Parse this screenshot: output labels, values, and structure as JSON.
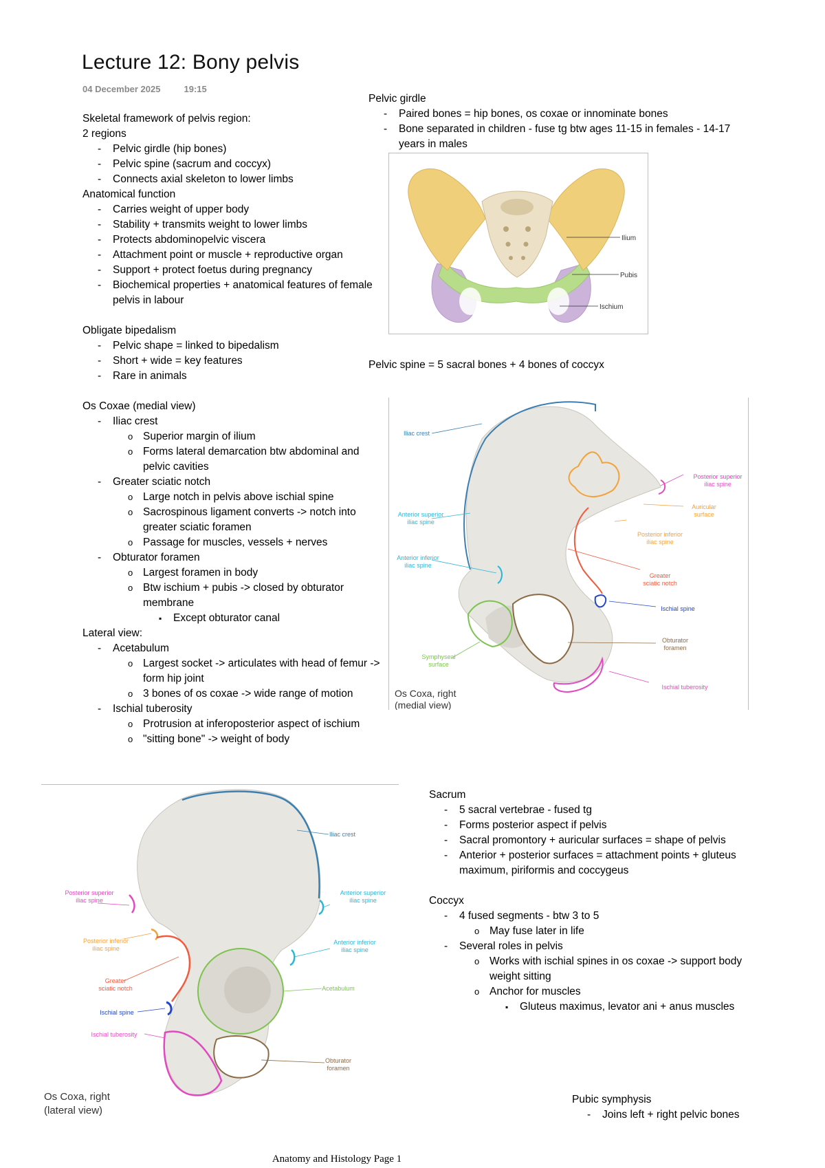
{
  "title": "Lecture 12: Bony pelvis",
  "date": "04 December 2025",
  "time": "19:15",
  "left_column": [
    {
      "lvl": 0,
      "text": "Skeletal framework of pelvis region:"
    },
    {
      "lvl": 0,
      "text": "2 regions"
    },
    {
      "lvl": 1,
      "text": "Pelvic girdle (hip bones)"
    },
    {
      "lvl": 1,
      "text": "Pelvic spine (sacrum and coccyx)"
    },
    {
      "lvl": 1,
      "text": "Connects axial skeleton to lower limbs"
    },
    {
      "lvl": 0,
      "text": "Anatomical function"
    },
    {
      "lvl": 1,
      "text": "Carries weight of upper body"
    },
    {
      "lvl": 1,
      "text": "Stability + transmits weight to lower limbs"
    },
    {
      "lvl": 1,
      "text": "Protects abdominopelvic viscera"
    },
    {
      "lvl": 1,
      "text": "Attachment point or muscle + reproductive organ"
    },
    {
      "lvl": 1,
      "text": "Support + protect foetus during pregnancy"
    },
    {
      "lvl": 1,
      "text": "Biochemical properties + anatomical features of female pelvis in labour"
    },
    {
      "lvl": -1,
      "text": ""
    },
    {
      "lvl": 0,
      "text": "Obligate bipedalism"
    },
    {
      "lvl": 1,
      "text": "Pelvic shape = linked to bipedalism"
    },
    {
      "lvl": 1,
      "text": "Short + wide = key features"
    },
    {
      "lvl": 1,
      "text": "Rare in animals"
    },
    {
      "lvl": -1,
      "text": ""
    },
    {
      "lvl": 0,
      "text": "Os Coxae (medial view)"
    },
    {
      "lvl": 1,
      "text": "Iliac crest"
    },
    {
      "lvl": 2,
      "text": "Superior margin of ilium"
    },
    {
      "lvl": 2,
      "text": "Forms lateral demarcation btw abdominal and pelvic cavities"
    },
    {
      "lvl": 1,
      "text": "Greater sciatic notch"
    },
    {
      "lvl": 2,
      "text": "Large notch in pelvis above ischial spine"
    },
    {
      "lvl": 2,
      "text": "Sacrospinous ligament converts -> notch into greater sciatic foramen"
    },
    {
      "lvl": 2,
      "text": "Passage for muscles, vessels + nerves"
    },
    {
      "lvl": 1,
      "text": "Obturator foramen"
    },
    {
      "lvl": 2,
      "text": "Largest foramen in body"
    },
    {
      "lvl": 2,
      "text": "Btw ischium + pubis -> closed by obturator membrane"
    },
    {
      "lvl": 3,
      "text": "Except obturator canal"
    },
    {
      "lvl": 0,
      "text": "Lateral view:"
    },
    {
      "lvl": 1,
      "text": "Acetabulum"
    },
    {
      "lvl": 2,
      "text": "Largest socket -> articulates with head of femur -> form hip joint"
    },
    {
      "lvl": 2,
      "text": "3 bones of os coxae -> wide range of motion"
    },
    {
      "lvl": 1,
      "text": "Ischial tuberosity"
    },
    {
      "lvl": 2,
      "text": "Protrusion at inferoposterior aspect of ischium"
    },
    {
      "lvl": 2,
      "text": "\"sitting bone\" -> weight of body"
    }
  ],
  "pelvic_girdle": [
    {
      "lvl": 0,
      "text": "Pelvic girdle"
    },
    {
      "lvl": 1,
      "text": "Paired bones = hip bones, os coxae or innominate bones"
    },
    {
      "lvl": 1,
      "text": "Bone separated in children - fuse tg btw ages 11-15 in females - 14-17 years in males"
    }
  ],
  "pelvic_spine_line": "Pelvic spine = 5 sacral bones + 4 bones of coccyx",
  "sacrum_coccyx": [
    {
      "lvl": 0,
      "text": "Sacrum"
    },
    {
      "lvl": 1,
      "text": "5 sacral vertebrae - fused tg"
    },
    {
      "lvl": 1,
      "text": "Forms posterior aspect if pelvis"
    },
    {
      "lvl": 1,
      "text": "Sacral promontory + auricular surfaces = shape of pelvis"
    },
    {
      "lvl": 1,
      "text": "Anterior + posterior surfaces = attachment points + gluteus maximum, piriformis and coccygeus"
    },
    {
      "lvl": -1,
      "text": ""
    },
    {
      "lvl": 0,
      "text": "Coccyx"
    },
    {
      "lvl": 1,
      "text": "4 fused segments - btw 3 to 5"
    },
    {
      "lvl": 2,
      "text": "May fuse later in life"
    },
    {
      "lvl": 1,
      "text": "Several roles in pelvis"
    },
    {
      "lvl": 2,
      "text": "Works with ischial spines in os coxae -> support body weight sitting"
    },
    {
      "lvl": 2,
      "text": "Anchor for muscles"
    },
    {
      "lvl": 3,
      "text": "Gluteus maximus, levator ani + anus muscles"
    }
  ],
  "pubic_symphysis": [
    {
      "lvl": 0,
      "text": "Pubic symphysis"
    },
    {
      "lvl": 1,
      "text": "Joins left + right pelvic bones"
    }
  ],
  "fig_girdle": {
    "ilium": "Ilium",
    "pubis": "Pubis",
    "ischium": "Ischium"
  },
  "fig_medial": {
    "caption1": "Os Coxa, right",
    "caption2": "(medial view)",
    "iliac_crest": "Iliac crest",
    "asis1": "Anterior superior",
    "asis2": "iliac spine",
    "aiis1": "Anterior inferior",
    "aiis2": "iliac spine",
    "symph1": "Symphyseal",
    "symph2": "surface",
    "psis1": "Posterior superior",
    "psis2": "iliac spine",
    "auric1": "Auricular",
    "auric2": "surface",
    "piis1": "Posterior inferior",
    "piis2": "iliac spine",
    "gsn1": "Greater",
    "gsn2": "sciatic notch",
    "ischial_spine": "Ischial spine",
    "obt1": "Obturator",
    "obt2": "foramen",
    "ischial_tuberosity": "Ischial tuberosity"
  },
  "fig_lateral": {
    "caption1": "Os Coxa, right",
    "caption2": "(lateral view)",
    "iliac_crest": "Iliac crest",
    "psis1": "Posterior superior",
    "psis2": "iliac spine",
    "asis1": "Anterior superior",
    "asis2": "iliac spine",
    "piis1": "Posterior inferior",
    "piis2": "iliac spine",
    "aiis1": "Anterior inferior",
    "aiis2": "iliac spine",
    "gsn1": "Greater",
    "gsn2": "sciatic notch",
    "acetabulum": "Acetabulum",
    "ischial_spine": "Ischial spine",
    "ischial_tuberosity": "Ischial tuberosity",
    "obt1": "Obturator",
    "obt2": "foramen"
  },
  "footer": "Anatomy and Histology Page 1",
  "colors": {
    "ilium": "#f0cf7a",
    "pubis": "#b7dd8a",
    "ischium": "#cbb3da",
    "sacrum": "#ece1c6",
    "bone": "#e8e6e1",
    "blue": "#3b7fb1",
    "cyan": "#2bb5d6",
    "orange": "#f2a23a",
    "magenta": "#e04ac0",
    "red": "#ee5b3f",
    "green": "#7cc350",
    "brown": "#8b6a45",
    "royal": "#2446c8"
  }
}
